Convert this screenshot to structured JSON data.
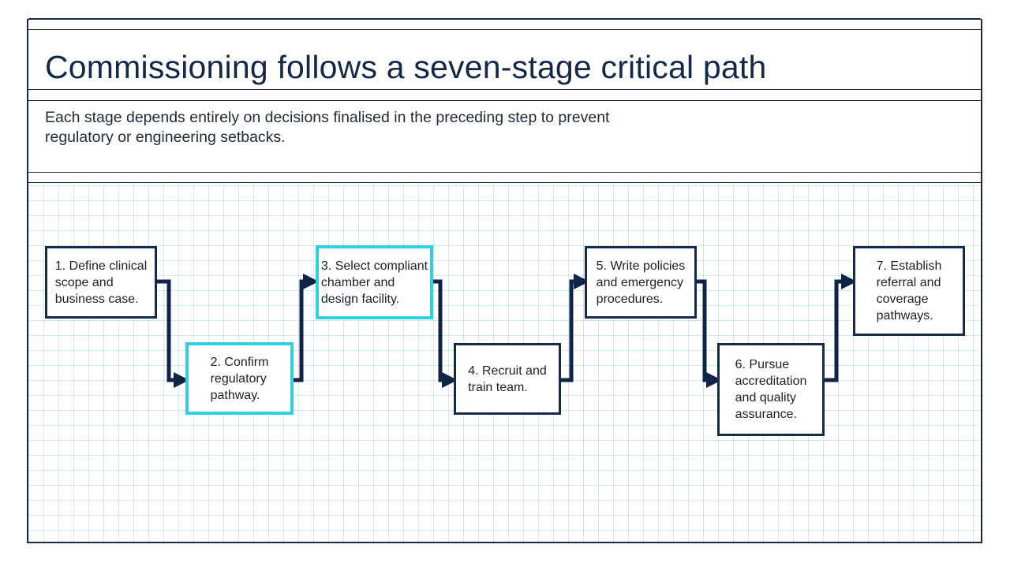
{
  "header": {
    "title": "Commissioning follows a seven-stage critical path",
    "subtitle": "Each stage depends entirely on decisions finalised in the preceding step to prevent regulatory or engineering setbacks."
  },
  "diagram": {
    "type": "flowchart",
    "stages": [
      {
        "number": 1,
        "label": "1. Define clinical\n    scope and\n    business case.",
        "highlighted": false
      },
      {
        "number": 2,
        "label": "2. Confirm\n    regulatory\n    pathway.",
        "highlighted": true
      },
      {
        "number": 3,
        "label": "3. Select compliant\n    chamber and\n    design facility.",
        "highlighted": true
      },
      {
        "number": 4,
        "label": "4. Recruit and\n    train team.",
        "highlighted": false
      },
      {
        "number": 5,
        "label": "5. Write policies\n    and emergency\n    procedures.",
        "highlighted": false
      },
      {
        "number": 6,
        "label": "6. Pursue\n    accreditation\n    and quality\n    assurance.",
        "highlighted": false
      },
      {
        "number": 7,
        "label": "7. Establish\n    referral and\n    coverage\n    pathways.",
        "highlighted": false
      }
    ],
    "colors": {
      "box_border": "#162a4c",
      "highlight_border": "#2fd0e3",
      "connector": "#0f2448",
      "grid": "#78c4d7"
    }
  }
}
